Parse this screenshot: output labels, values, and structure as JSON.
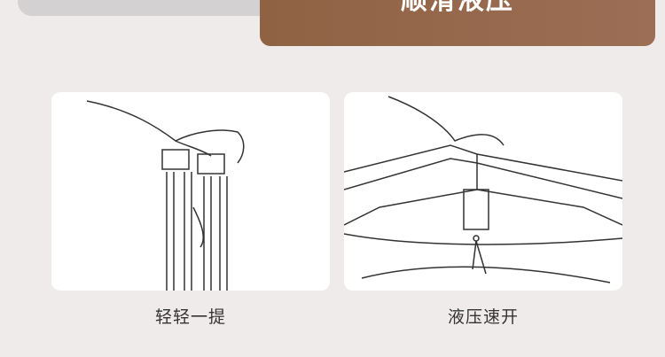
{
  "banner": {
    "title": "顺滑液压"
  },
  "features": [
    {
      "caption": "轻轻一提",
      "illustration": "folded-tent-frame-lift"
    },
    {
      "caption": "液压速开",
      "illustration": "tent-hub-open"
    }
  ]
}
